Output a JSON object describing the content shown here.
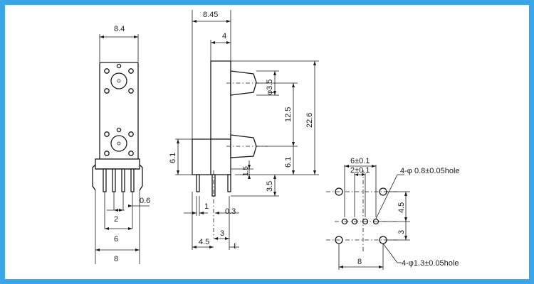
{
  "front_view": {
    "width_top": "8.4",
    "pin_offset": "0.6",
    "pin_pitch": "2",
    "pin_span": "6",
    "width_bottom": "8"
  },
  "side_view": {
    "overall_width": "8.45",
    "shaft_width": "4",
    "shaft_dia": "φ3.5",
    "shaft_gap": "12.5",
    "overall_height": "22.6",
    "lower_shaft": "6.1",
    "body_height": "6.1",
    "pin_length": "3.5",
    "pin_bend": "1.5",
    "pin_w1": "1",
    "pin_w2": "0.3",
    "pin_x1": "4.5",
    "pin_x2": "3",
    "pin_l": "ℓ"
  },
  "footprint": {
    "dim_6": "6±0.1",
    "dim_2": "2±0.1",
    "small_hole": "4-φ 0.8±0.05hole",
    "dim_4_5": "4.5",
    "dim_3": "3",
    "large_hole": "4-φ1.3±0.05hole",
    "dim_8": "8"
  }
}
